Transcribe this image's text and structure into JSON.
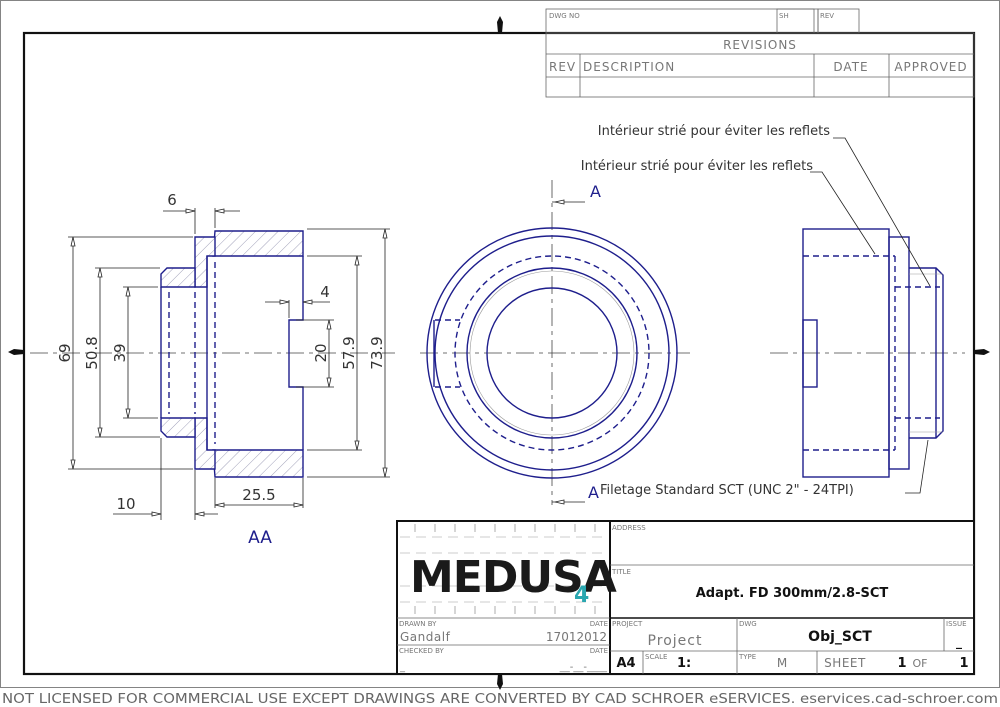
{
  "header_table": {
    "dwg_no_label": "DWG NO",
    "sh_label": "SH",
    "rev_label": "REV"
  },
  "revisions": {
    "title": "REVISIONS",
    "columns": [
      "REV",
      "DESCRIPTION",
      "DATE",
      "APPROVED"
    ],
    "rows": []
  },
  "annotations": {
    "note1": "Intérieur strié pour éviter les reflets",
    "note2": "Intérieur strié pour éviter les reflets",
    "thread_note": "Filetage Standard SCT (UNC 2\" - 24TPI)",
    "section_marker_top": "A",
    "section_marker_bottom": "A",
    "section_view_label": "AA"
  },
  "dimensions": {
    "d69": "69",
    "d50_8": "50.8",
    "d39": "39",
    "d6": "6",
    "d4": "4",
    "d20": "20",
    "d57_9": "57.9",
    "d73_9": "73.9",
    "d10": "10",
    "d25_5": "25.5"
  },
  "title_block": {
    "logo_text": "MEDUSA",
    "logo_suffix": "4",
    "logo_suffix_color": "#2aa7b0",
    "address_label": "ADDRESS",
    "address_value": "",
    "title_label": "TITLE",
    "title_value": "Adapt. FD 300mm/2.8-SCT",
    "drawn_by_label": "DRAWN BY",
    "drawn_by_value": "Gandalf",
    "drawn_date_label": "DATE",
    "drawn_date_value": "17012012",
    "checked_by_label": "CHECKED BY",
    "checked_by_value": "_",
    "checked_date_label": "DATE",
    "checked_date_value": "__-__-____",
    "project_label": "PROJECT",
    "project_value": "Project",
    "dwg_label": "DWG",
    "dwg_value": "Obj_SCT",
    "issue_label": "ISSUE",
    "issue_value": "_",
    "size_value": "A4",
    "scale_label": "SCALE",
    "scale_value": "1:",
    "type_label": "TYPE",
    "type_value": "M",
    "sheet_label": "SHEET",
    "sheet_value": "1",
    "of_label": "OF",
    "of_value": "1"
  },
  "footer": {
    "license_text": "NOT LICENSED FOR COMMERCIAL USE EXCEPT DRAWINGS ARE CONVERTED BY CAD SCHROER eSERVICES. eservices.cad-schroer.com"
  },
  "colors": {
    "geometry": "#1e1e8c",
    "frame": "#111111",
    "text": "#333333"
  }
}
